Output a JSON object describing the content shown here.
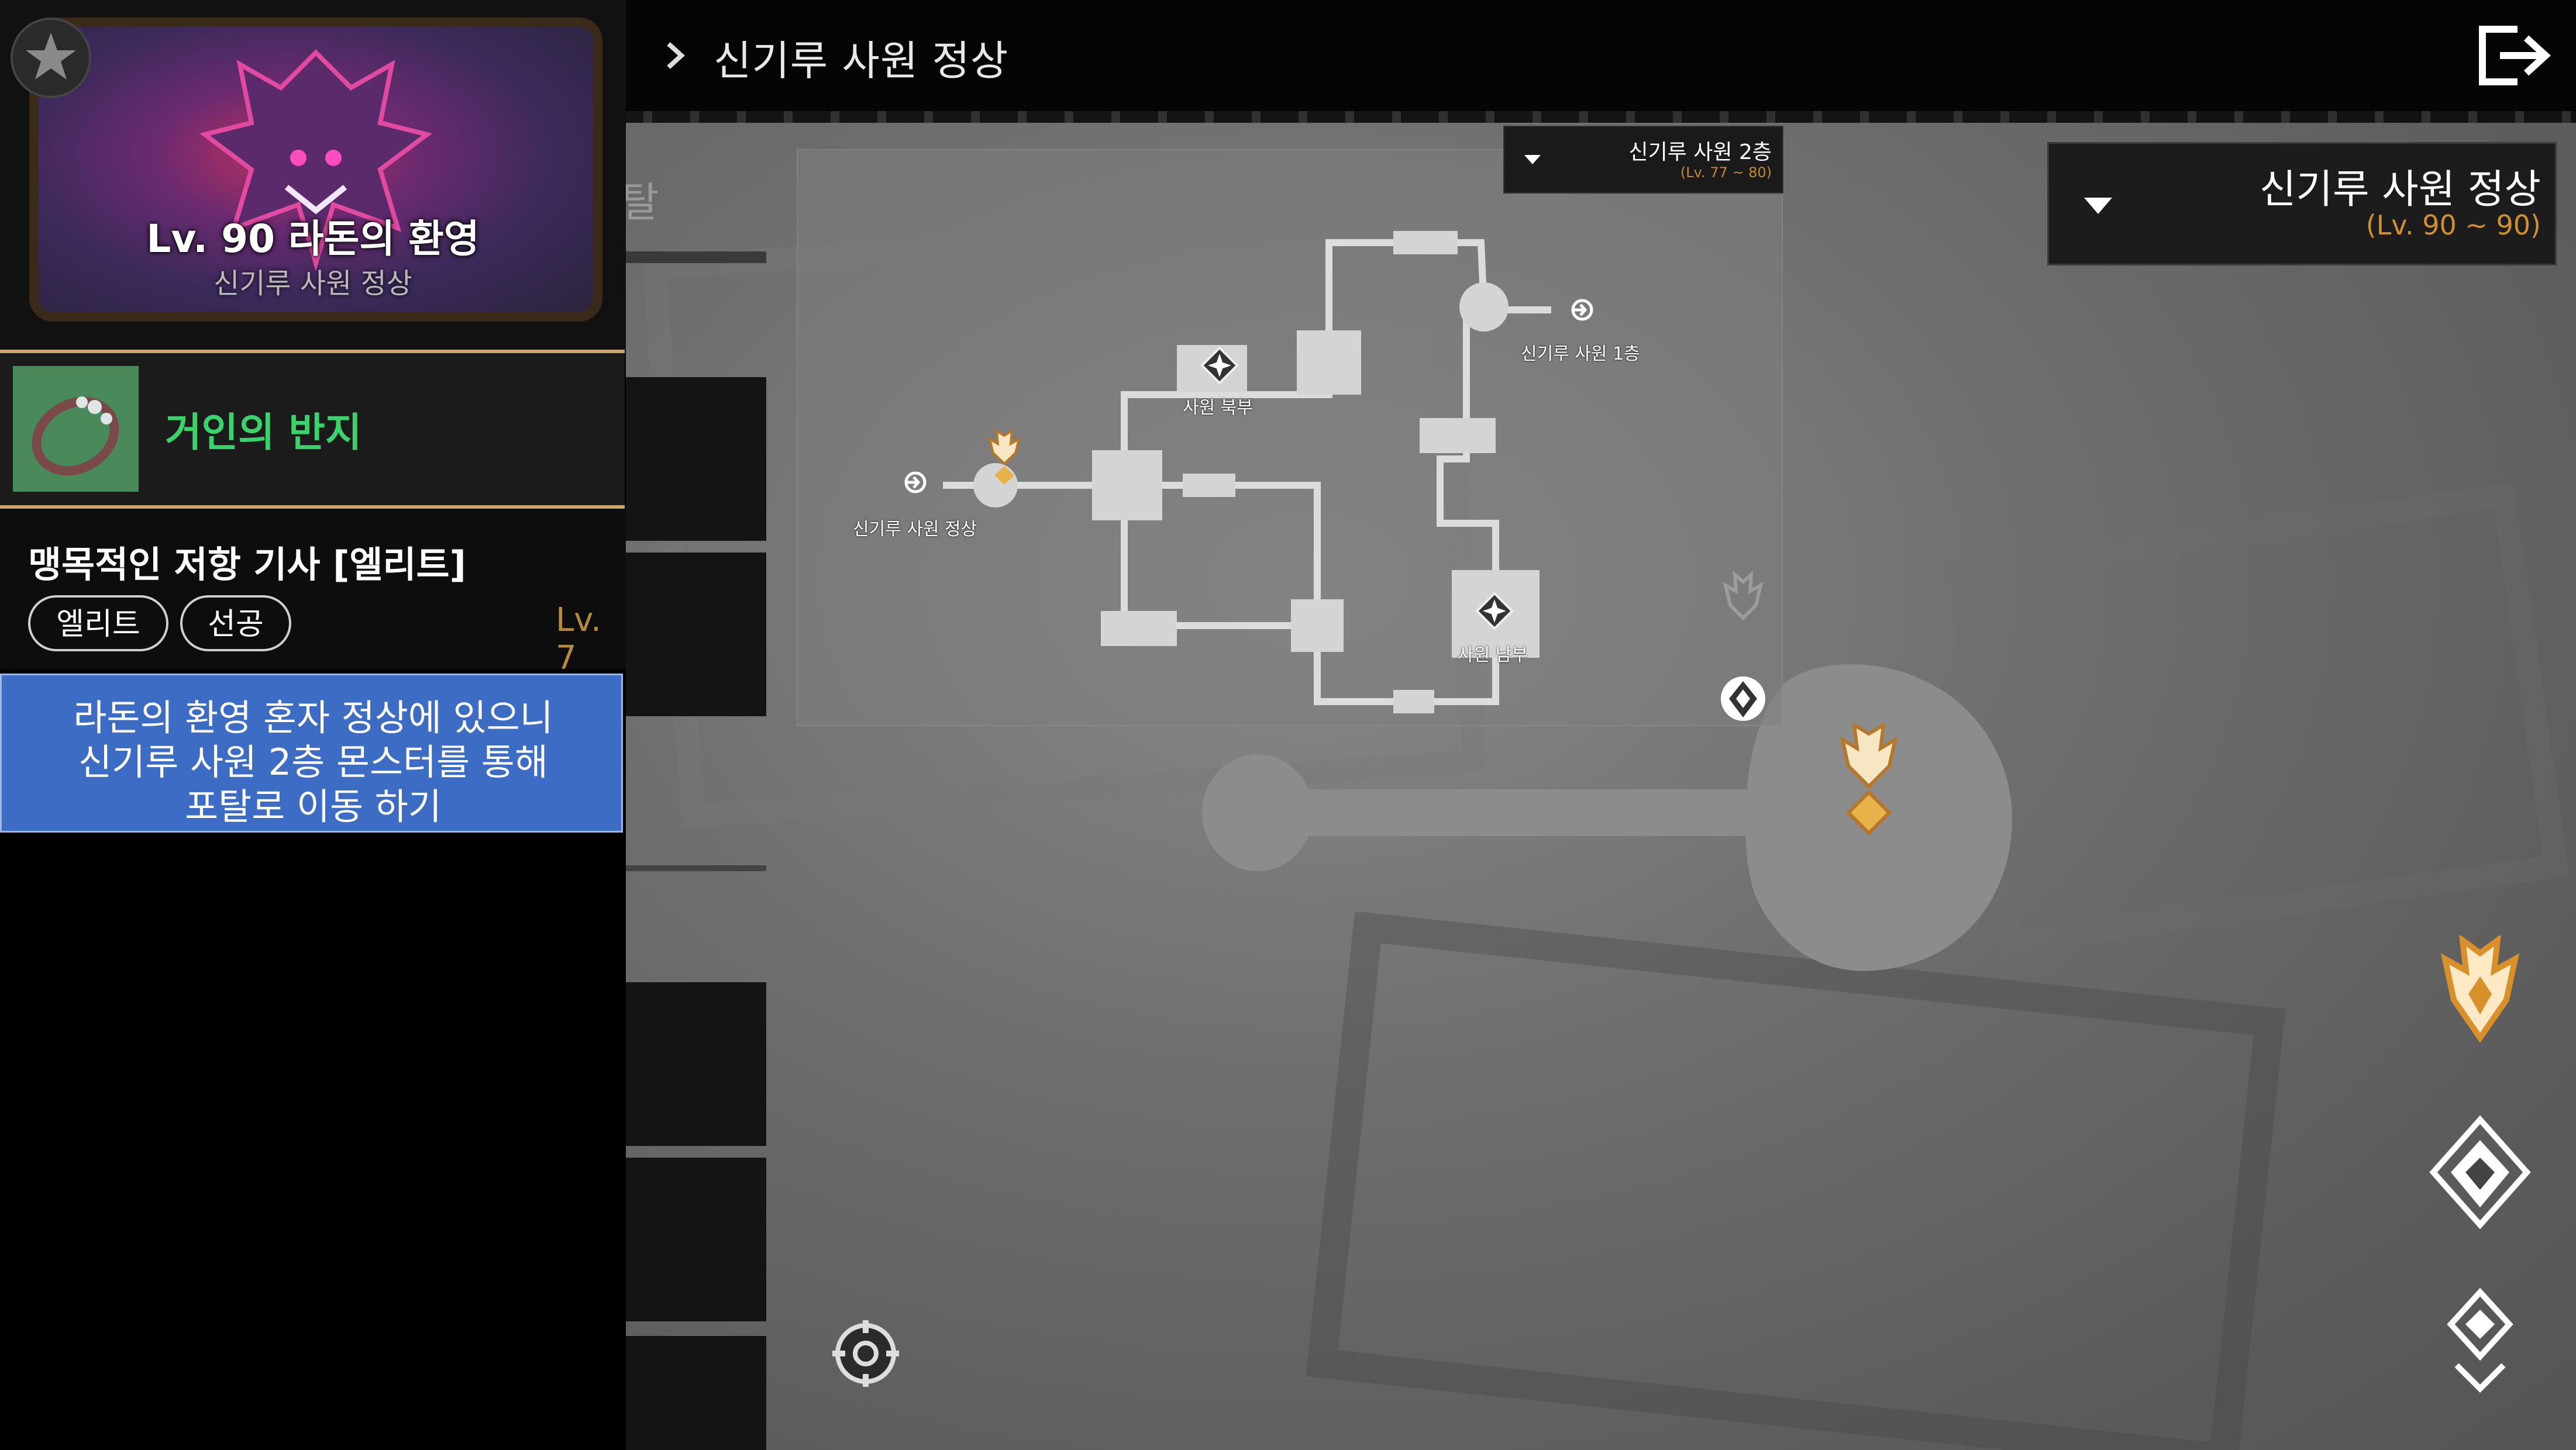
{
  "header": {
    "breadcrumb_title": "신기루 사원 정상"
  },
  "sidebar": {
    "boss": {
      "level_title": "Lv. 90 라돈의 환영",
      "location": "신기루 사원 정상"
    },
    "reward": {
      "item_name": "거인의 반지",
      "item_color": "#3bd16b"
    },
    "monster": {
      "name": "맹목적인 저항 기사 [엘리트]",
      "tags": [
        "엘리트",
        "선공"
      ],
      "level_partial": "Lv. 7"
    },
    "note": {
      "lines": [
        "라돈의 환영 혼자 정상에 있으니",
        "신기루 사원 2층 몬스터를 통해",
        "포탈로 이동 하기"
      ]
    }
  },
  "behind_panel": {
    "partial_label": "탈"
  },
  "inset_map": {
    "dropdown_label": "신기루 사원 2층",
    "dropdown_sub": "(Lv. 77 ~ 80)",
    "labels": {
      "temple_top": "신기루 사원 정상",
      "temple_north": "사원 북부",
      "temple_1f": "신기루 사원 1층",
      "temple_south": "사원 남부"
    }
  },
  "map_selector": {
    "label": "신기루 사원 정상",
    "sub": "(Lv. 90 ~ 90)"
  },
  "icons": {
    "exit": "exit-icon",
    "settings": "settings-gear-icon",
    "boss_marker": "boss-marker-icon",
    "waypoint": "waypoint-icon",
    "location_pin": "location-pin-icon"
  },
  "colors": {
    "accent_gold": "#d0902c",
    "note_bg": "#3d6cc4"
  }
}
